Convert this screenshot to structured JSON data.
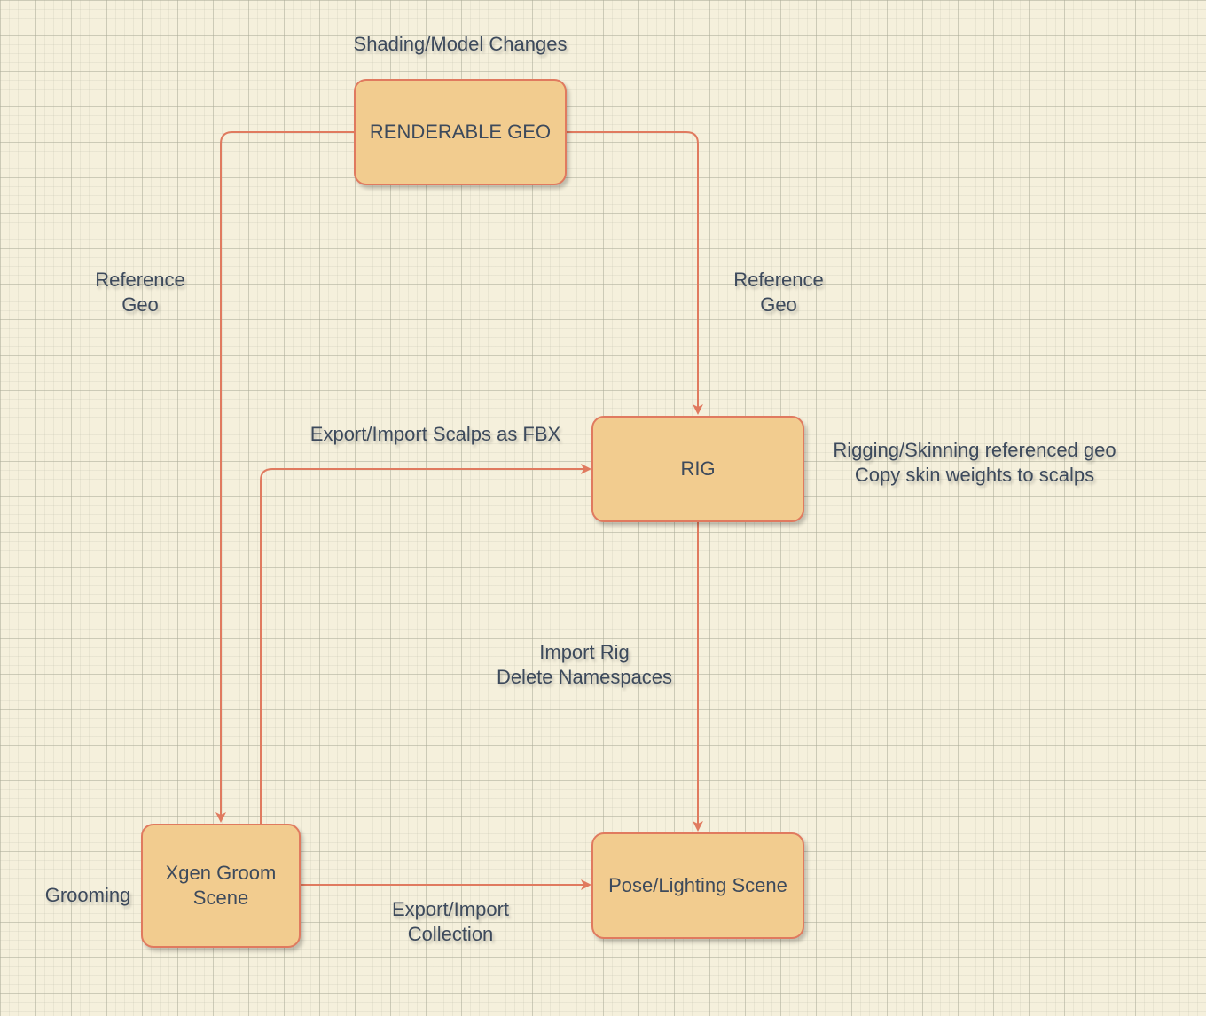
{
  "nodes": {
    "renderable_geo": "RENDERABLE GEO",
    "rig": "RIG",
    "xgen_groom": [
      "Xgen Groom",
      "Scene"
    ],
    "pose_lighting": "Pose/Lighting Scene"
  },
  "labels": {
    "shading_changes": "Shading/Model Changes",
    "reference_geo_left": [
      "Reference",
      "Geo"
    ],
    "reference_geo_right": [
      "Reference",
      "Geo"
    ],
    "export_import_scalps": "Export/Import Scalps as FBX",
    "rigging_skinning": [
      "Rigging/Skinning referenced geo",
      "Copy skin weights to scalps"
    ],
    "import_rig": [
      "Import Rig",
      "Delete Namespaces"
    ],
    "grooming": "Grooming",
    "export_import_collection": [
      "Export/Import",
      "Collection"
    ]
  },
  "colors": {
    "node_fill": "#f2cc8f",
    "node_stroke": "#e07a5f",
    "edge": "#e07a5f",
    "text": "#3d4a5c",
    "background": "#f5f0dc"
  }
}
